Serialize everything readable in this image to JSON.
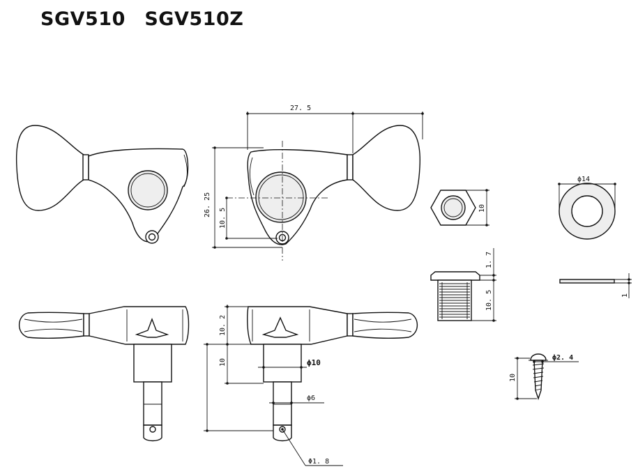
{
  "title": "SGV510 SGV510Z",
  "dimensions": {
    "width_total": "27. 5",
    "height_total": "26. 25",
    "height_center": "10. 5",
    "nut_across": "10",
    "washer_diameter": "ϕ14",
    "bushing_flange": "1. 7",
    "bushing_length": "10. 5",
    "washer_thickness": "1",
    "post_upper_length": "10. 2",
    "post_lower_length": "10",
    "post_diameter": "ϕ10",
    "shaft_diameter": "ϕ6",
    "hole_diameter": "Φ1. 8",
    "screw_diameter": "ϕ2. 4",
    "screw_length": "10"
  }
}
